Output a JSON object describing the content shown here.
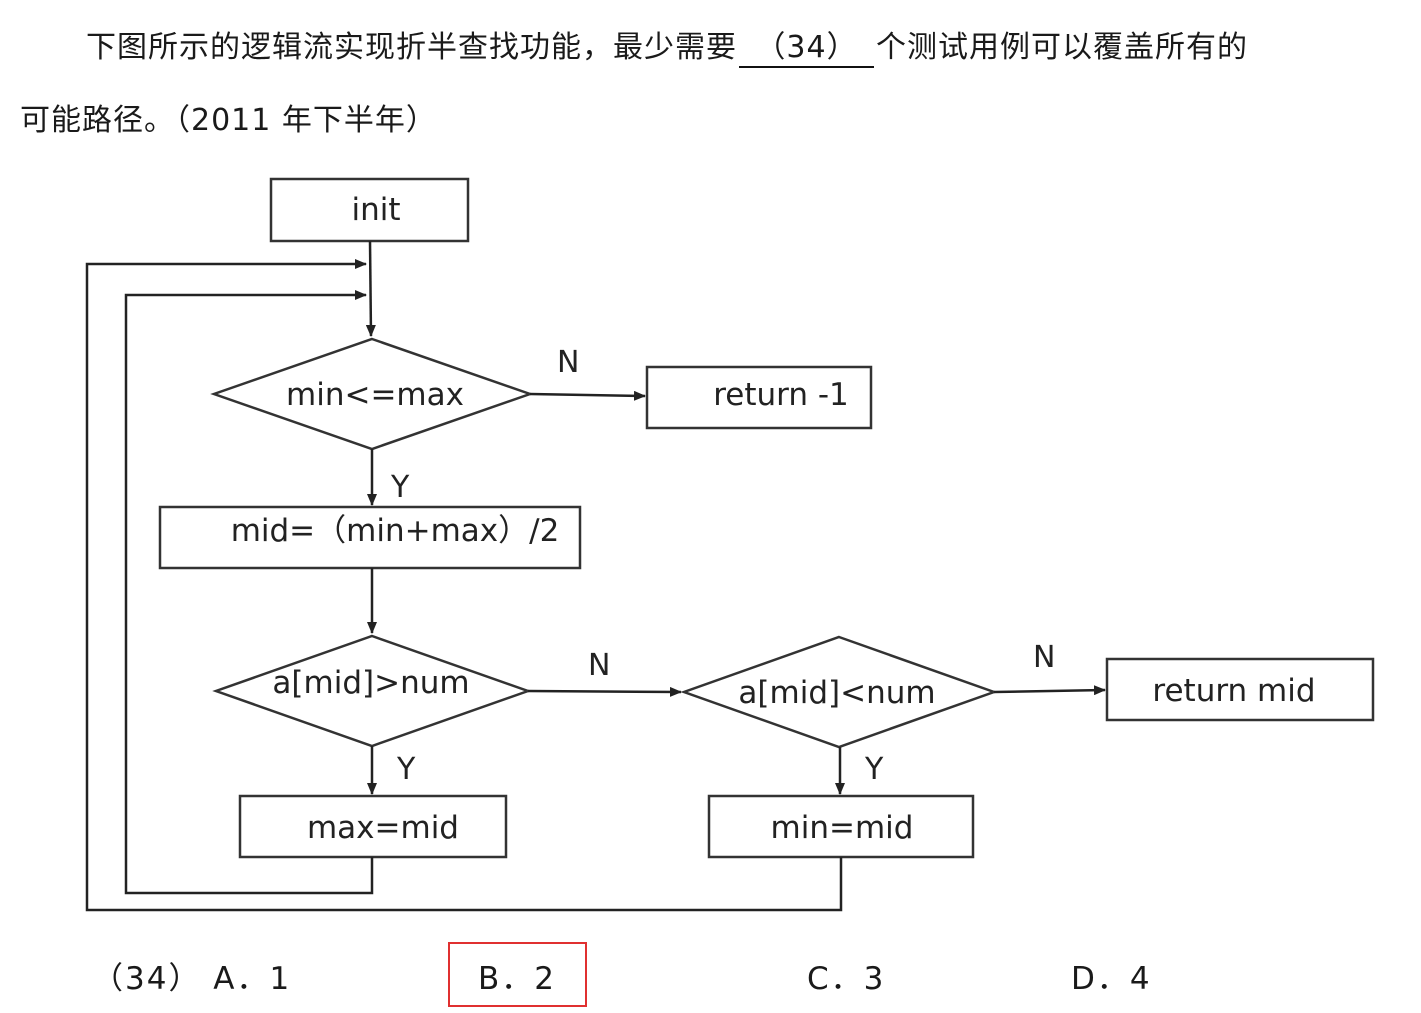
{
  "question": {
    "line1_before": "下图所示的逻辑流实现折半查找功能，最少需要",
    "blank": "（34）",
    "line1_after": "个测试用例可以覆盖所有的",
    "line2": "可能路径。（2011 年下半年）"
  },
  "flowchart": {
    "init": "init",
    "cond_minmax": "min<=max",
    "return_neg": "return -1",
    "mid_calc": "mid=（min+max）/2",
    "cond_greater": "a[mid]>num",
    "cond_less": "a[mid]<num",
    "return_mid": "return mid",
    "set_max": "max=mid",
    "set_min": "min=mid",
    "label_n1": "N",
    "label_y1": "Y",
    "label_n2": "N",
    "label_y2": "Y",
    "label_n3": "N",
    "label_y3": "Y"
  },
  "options": {
    "a": "（34） A．1",
    "b": "B．2",
    "c": "C．3",
    "d": "D．4",
    "highlight_color": "#e03030"
  }
}
